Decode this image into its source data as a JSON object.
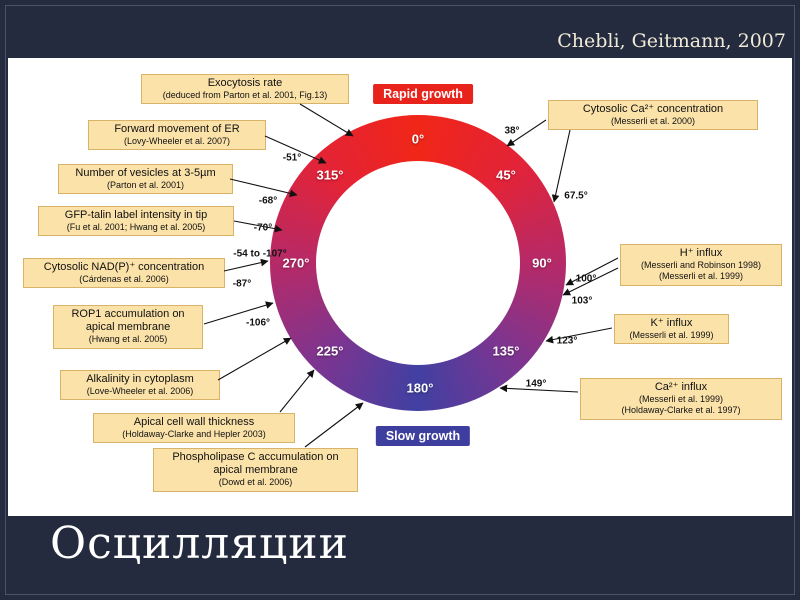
{
  "slide": {
    "citation": "Chebli, Geitmann, 2007",
    "title": "Осцилляции"
  },
  "diagram": {
    "top_label": "Rapid growth",
    "bottom_label": "Slow growth",
    "degrees": [
      "0°",
      "45°",
      "90°",
      "135°",
      "180°",
      "225°",
      "270°",
      "315°"
    ],
    "left_labels": [
      {
        "lines": [
          "Exocytosis rate",
          "(deduced from Parton et al. 2001, Fig.13)"
        ]
      },
      {
        "lines": [
          "Forward movement of ER",
          "(Lovy-Wheeler et al. 2007)"
        ]
      },
      {
        "lines": [
          "Number of vesicles at 3-5µm",
          "(Parton et al. 2001)"
        ]
      },
      {
        "lines": [
          "GFP-talin label intensity in tip",
          "(Fu et al. 2001; Hwang et al. 2005)"
        ]
      },
      {
        "lines": [
          "Cytosolic NAD(P)⁺ concentration",
          "(Cárdenas et al. 2006)"
        ]
      },
      {
        "lines": [
          "ROP1 accumulation on apical membrane",
          "(Hwang et al. 2005)"
        ]
      },
      {
        "lines": [
          "Alkalinity in cytoplasm",
          "(Love-Wheeler et al. 2006)"
        ]
      },
      {
        "lines": [
          "Apical cell wall thickness",
          "(Holdaway-Clarke and Hepler 2003)"
        ]
      },
      {
        "lines": [
          "Phospholipase C accumulation on apical membrane",
          "(Dowd et al. 2006)"
        ]
      }
    ],
    "right_labels": [
      {
        "lines": [
          "Cytosolic Ca²⁺ concentration",
          "(Messerli et al. 2000)"
        ]
      },
      {
        "lines": [
          "H⁺ influx",
          "(Messerli and Robinson 1998)",
          "(Messerli et al. 1999)"
        ]
      },
      {
        "lines": [
          "K⁺ influx",
          "(Messerli et al. 1999)"
        ]
      },
      {
        "lines": [
          "Ca²⁺ influx",
          "(Messerli et al. 1999)",
          "(Holdaway-Clarke et al. 1997)"
        ]
      }
    ],
    "left_ticks": [
      "-51°",
      "-68°",
      "-70°",
      "-54 to -107°",
      "-87°",
      "-106°"
    ],
    "right_ticks": [
      "38°",
      "67.5°",
      "100°",
      "103°",
      "123°",
      "149°"
    ],
    "colors": {
      "slide_bg": "#242b3f",
      "rapid_growth": "#e8231c",
      "slow_growth": "#3e3e9e",
      "label_box_bg": "#fbe2a9",
      "label_box_border": "#d9b36a",
      "ring_top": "#f02618",
      "ring_side": "#b62a68",
      "ring_bottom": "#4140a2"
    }
  }
}
